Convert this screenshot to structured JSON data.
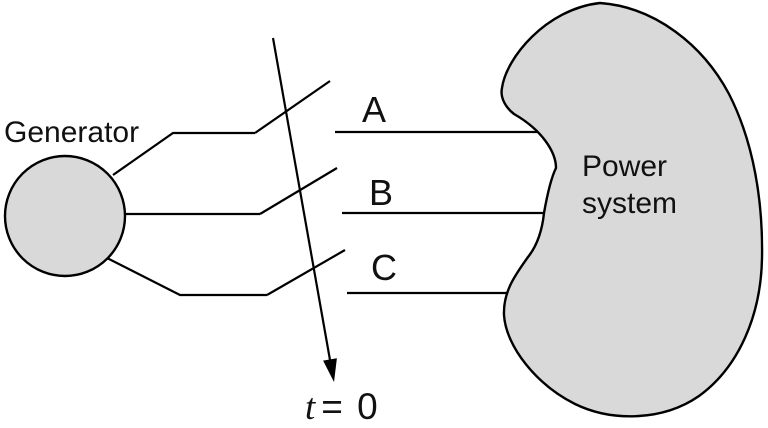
{
  "figure": {
    "background_color": "#ffffff",
    "outline_color": "#000000",
    "shape_fill": "#d9d9d9",
    "generator": {
      "label": "Generator"
    },
    "power_system": {
      "label_line1": "Power",
      "label_line2": "system"
    },
    "phases": [
      "A",
      "B",
      "C"
    ],
    "switching_instant": {
      "variable": "t",
      "equation": "= 0"
    }
  }
}
